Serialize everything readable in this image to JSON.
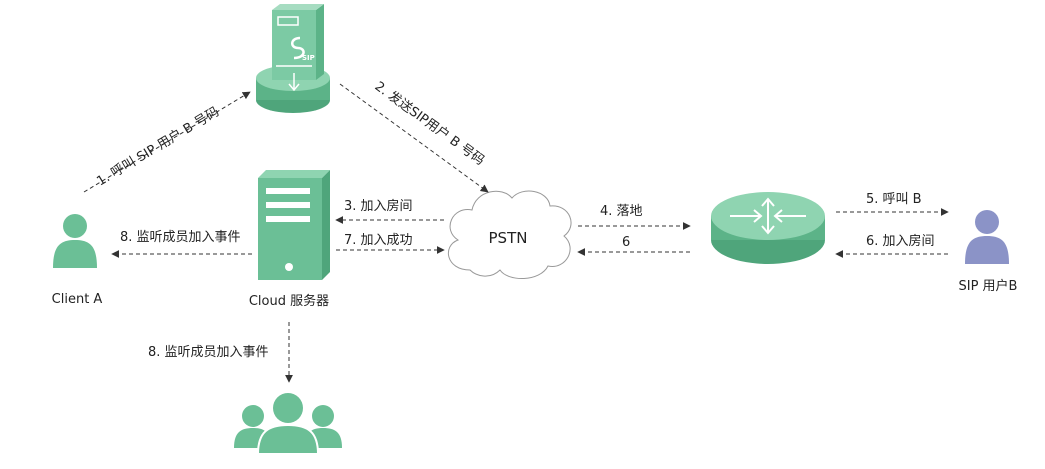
{
  "nodes": {
    "client_a": "Client A",
    "cloud_server": "Cloud 服务器",
    "pstn": "PSTN",
    "sip_user_b": "SIP 用户B",
    "sip_server_mark": "SIP"
  },
  "edges": {
    "e1": "1. 呼叫 SIP 用户 B 号码",
    "e2": "2. 发送SIP用户 B 号码",
    "e3": "3. 加入房间",
    "e4": "4. 落地",
    "e5": "5. 呼叫 B",
    "e6": "6",
    "e6b": "6. 加入房间",
    "e7": "7. 加入成功",
    "e8a": "8. 监听成员加入事件",
    "e8b": "8. 监听成员加入事件"
  },
  "colors": {
    "green": "#6bbf96",
    "green_dark": "#4fa57b",
    "green_light": "#8fd4b1",
    "user_b": "#8b93c7",
    "line": "#333333"
  },
  "icons": {
    "client_a": "person-icon",
    "sip_user_b": "person-icon",
    "cloud_server": "server-tower-icon",
    "sip_server": "sip-server-icon",
    "router": "router-icon",
    "pstn": "cloud-icon",
    "group": "user-group-icon"
  }
}
